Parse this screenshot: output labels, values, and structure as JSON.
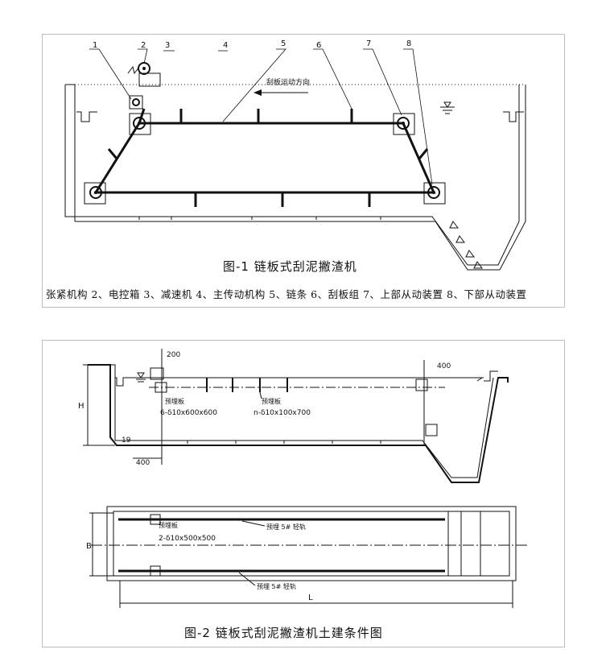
{
  "figure1": {
    "caption": "图-1  链板式刮泥撇渣机",
    "callouts": [
      "1",
      "2",
      "3",
      "4",
      "5",
      "6",
      "7",
      "8"
    ],
    "direction_label": "刮板运动方向",
    "legend": "张紧机构  2、电控箱  3、减速机  4、主传动机构  5、链条  6、刮板组  7、上部从动装置  8、下部从动装置"
  },
  "figure2": {
    "caption": "图-2  链板式刮泥撇渣机土建条件图",
    "section": {
      "dim_200": "200",
      "dim_400_right": "400",
      "dim_400_left": "400",
      "dim_19": "19",
      "height_label": "H",
      "plate_label_a": "预埋板",
      "plate_spec_a": "6-δ10x600x600",
      "plate_label_b": "预埋板",
      "plate_spec_b": "n-δ10x100x700"
    },
    "plan": {
      "width_label": "B",
      "length_label": "L",
      "plate_label": "预埋板",
      "plate_spec": "2-δ10x500x500",
      "rail_label_top": "预埋 5# 轻轨",
      "rail_label_bottom": "预埋 5# 轻轨"
    }
  }
}
